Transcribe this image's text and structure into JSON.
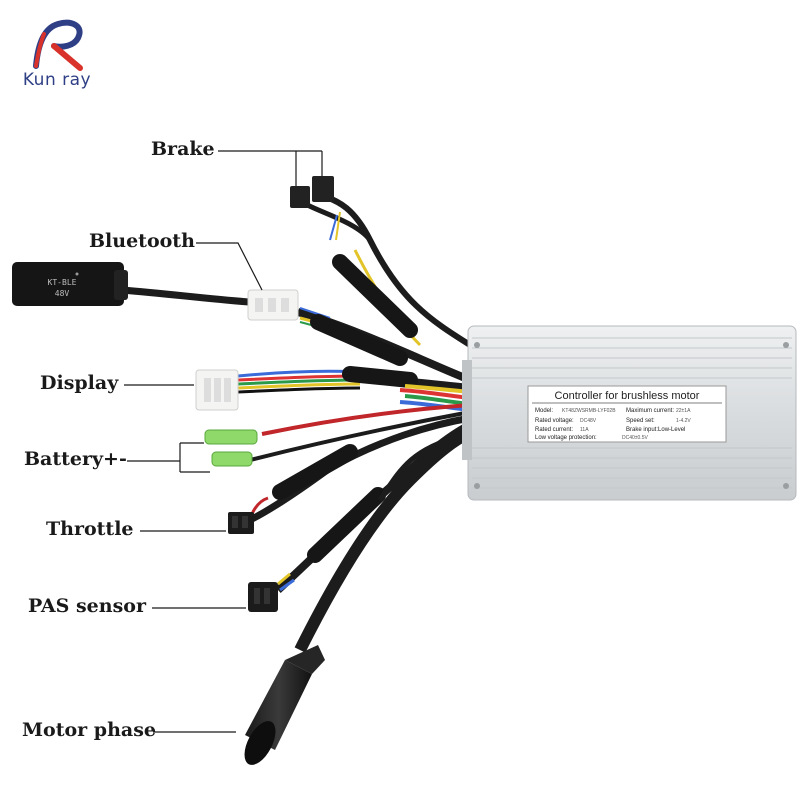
{
  "brand": {
    "name": "Kun ray"
  },
  "callouts": {
    "brake": "Brake",
    "bluetooth": "Bluetooth",
    "display": "Display",
    "battery": "Battery+-",
    "throttle": "Throttle",
    "pas": "PAS sensor",
    "motor": "Motor phase"
  },
  "bluetooth_module": {
    "line1": "KT-BLE",
    "line2": "48V"
  },
  "controller_label": {
    "title": "Controller for brushless motor",
    "rows": [
      {
        "key": "Model:",
        "value": "KT48ZWSRMB-LYF02B"
      },
      {
        "key": "Maximum current:",
        "value": "22±1A"
      },
      {
        "key": "Rated voltage:",
        "value": "DC48V"
      },
      {
        "key": "Speed set:",
        "value": "1-4.2V"
      },
      {
        "key": "Rated current:",
        "value": "11A"
      },
      {
        "key": "Brake input:Low-Level",
        "value": ""
      },
      {
        "key": "Low voltage protection:",
        "value": "DC40±0.5V"
      }
    ]
  },
  "colors": {
    "black_cable": "#1c1c1c",
    "aluminum": "#dfe2e4",
    "logo_blue": "#2f3f86",
    "logo_red": "#d9322b",
    "label_text": "#1a1a1a"
  }
}
